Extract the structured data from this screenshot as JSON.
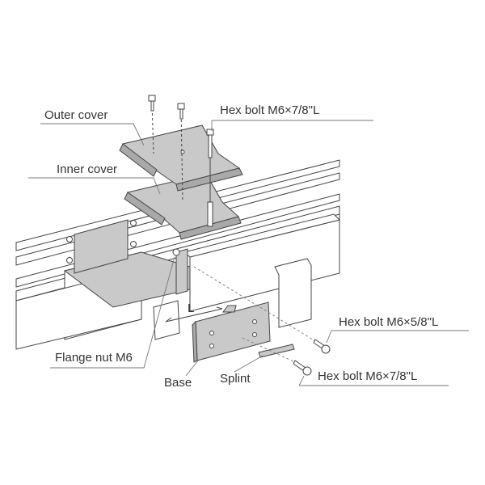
{
  "labels": {
    "outer_cover": "Outer cover",
    "hex_bolt_top": "Hex bolt M6×7/8\"L",
    "inner_cover": "Inner cover",
    "hex_bolt_right": "Hex bolt M6×5/8\"L",
    "flange_nut": "Flange nut M6",
    "dimension_l": "L",
    "base": "Base",
    "splint": "Splint",
    "hex_bolt_bottom": "Hex bolt M6×7/8\"L"
  }
}
